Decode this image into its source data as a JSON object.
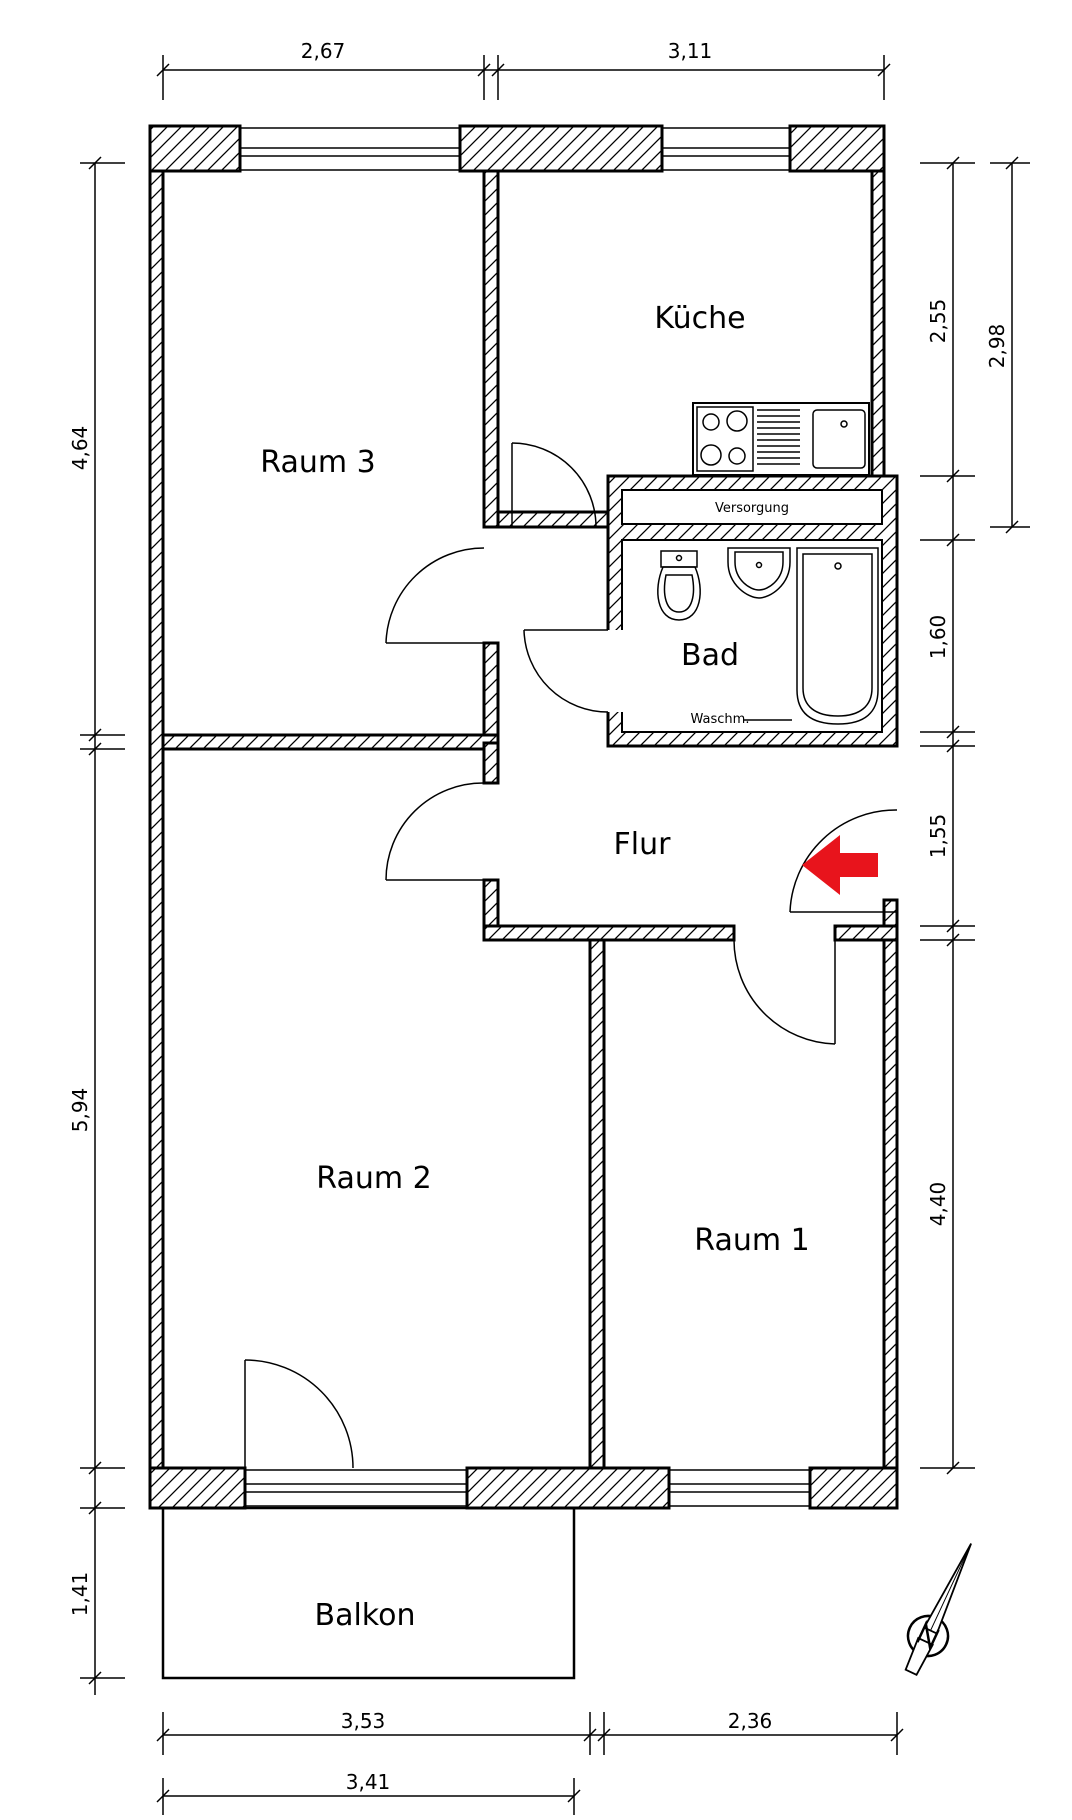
{
  "rooms": {
    "kueche": "Küche",
    "raum3": "Raum 3",
    "raum2": "Raum 2",
    "raum1": "Raum 1",
    "bad": "Bad",
    "flur": "Flur",
    "balkon": "Balkon",
    "versorgung": "Versorgung",
    "waschm": "Waschm."
  },
  "dimensions": {
    "top_left": "2,67",
    "top_right": "3,11",
    "left_upper": "4,64",
    "left_lower": "5,94",
    "left_balkon": "1,41",
    "right_kueche": "2,55",
    "right_kueche_outer": "2,98",
    "right_bad": "1,60",
    "right_flur": "1,55",
    "right_raum1": "4,40",
    "bottom_left": "3,53",
    "bottom_right": "2,36",
    "bottom_balkon": "3,41"
  },
  "colors": {
    "entrance_arrow": "#e8141c",
    "lines": "#000000",
    "background": "#ffffff"
  },
  "icons": {
    "compass": "north-compass-icon",
    "entrance": "entrance-arrow-icon"
  }
}
